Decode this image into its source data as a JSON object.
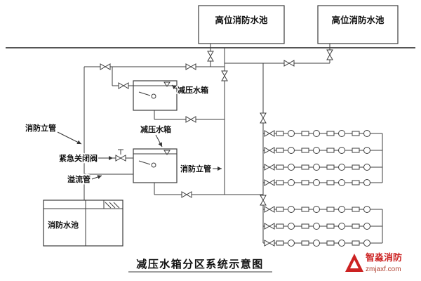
{
  "diagram": {
    "title": "减压水箱分区系统示意图",
    "labels": {
      "high_pool_left": "高位消防水池",
      "high_pool_right": "高位消防水池",
      "reduce_tank_upper": "减压水箱",
      "reduce_tank_lower": "减压水箱",
      "fire_riser_left": "消防立管",
      "fire_riser_middle": "消防立管",
      "emergency_shutoff_valve": "紧急关闭阀",
      "overflow_pipe": "溢流管",
      "fire_pool": "消防水池"
    }
  },
  "watermark": {
    "brand": "智淼消防",
    "website": "zmjaxf.com",
    "color": "#cc2222"
  },
  "colors": {
    "line": "#3d3d3d",
    "background": "#ffffff"
  },
  "icons": {
    "gate_valve": "bowtie",
    "sprinkler_head": "circle",
    "brand_logo": "red-triangle"
  }
}
